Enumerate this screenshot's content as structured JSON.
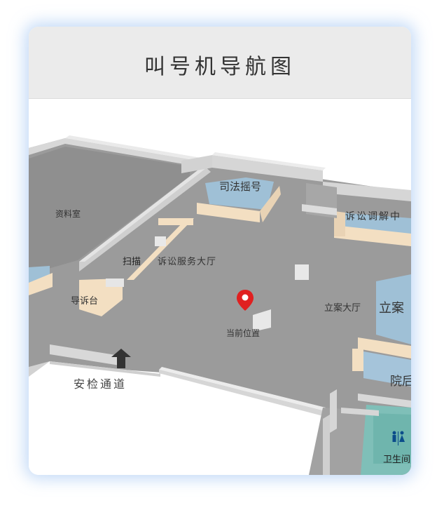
{
  "header": {
    "title": "叫号机导航图"
  },
  "map": {
    "rooms": {
      "materials": "资料室",
      "judicial_lottery": "司法摇号",
      "mediation": "诉讼调解中",
      "scan": "扫描",
      "service_hall": "诉讼服务大厅",
      "guide_desk": "导诉台",
      "filing_hall": "立案大厅",
      "filing_large": "立案",
      "security": "安检通道",
      "courtyard": "院后",
      "restroom": "卫生间"
    },
    "marker": {
      "label": "当前位置",
      "color": "#e02020"
    },
    "icons": [
      "location-pin-icon",
      "arrow-icon",
      "restroom-icon"
    ]
  }
}
